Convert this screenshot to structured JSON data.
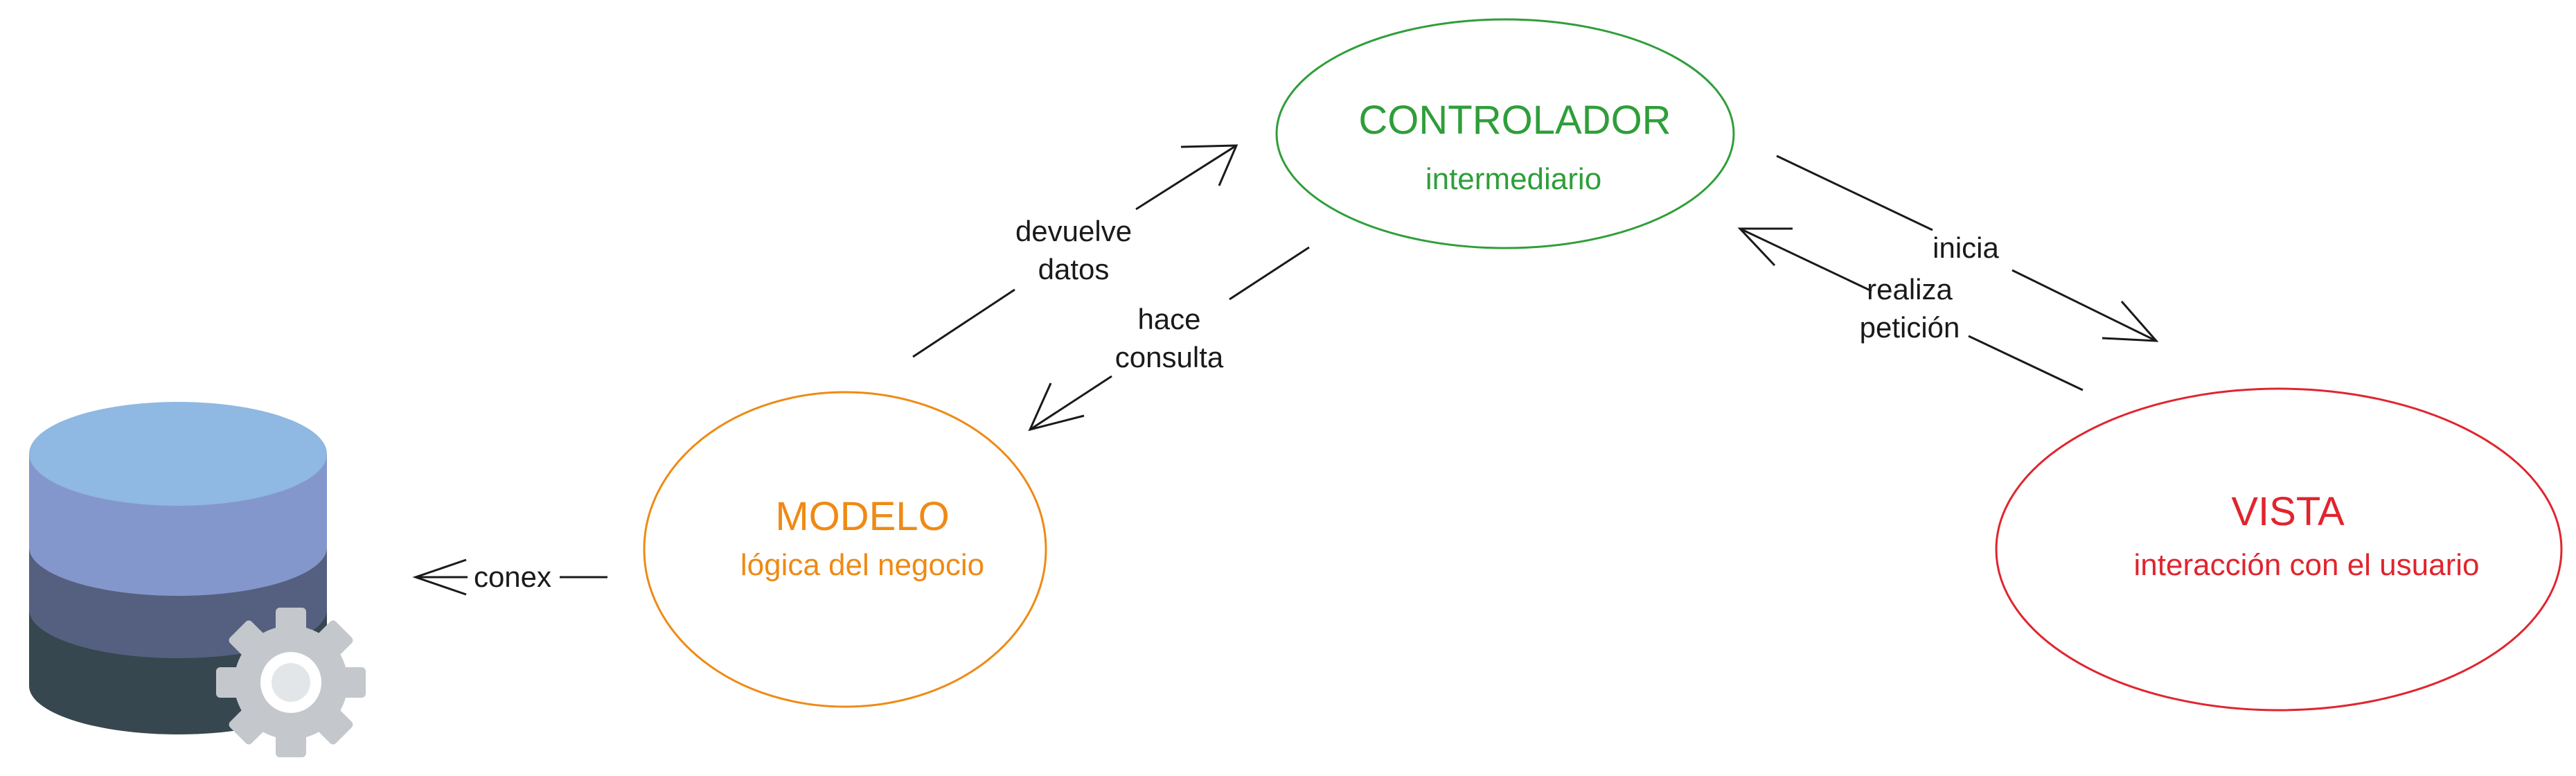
{
  "nodes": {
    "controlador": {
      "title": "CONTROLADOR",
      "subtitle": "intermediario",
      "color": "#2f9e3a"
    },
    "modelo": {
      "title": "MODELO",
      "subtitle": "lógica del negocio",
      "color": "#ef8a14"
    },
    "vista": {
      "title": "VISTA",
      "subtitle": "interacción con el usuario",
      "color": "#e0252e"
    }
  },
  "edges": {
    "devuelve_datos": {
      "line1": "devuelve",
      "line2": "datos"
    },
    "hace_consulta": {
      "line1": "hace",
      "line2": "consulta"
    },
    "inicia": {
      "label": "inicia"
    },
    "realiza_peticion": {
      "line1": "realiza",
      "line2": "petición"
    },
    "conex": {
      "label": "conex"
    }
  },
  "icons": {
    "database": "database-gear-icon"
  }
}
